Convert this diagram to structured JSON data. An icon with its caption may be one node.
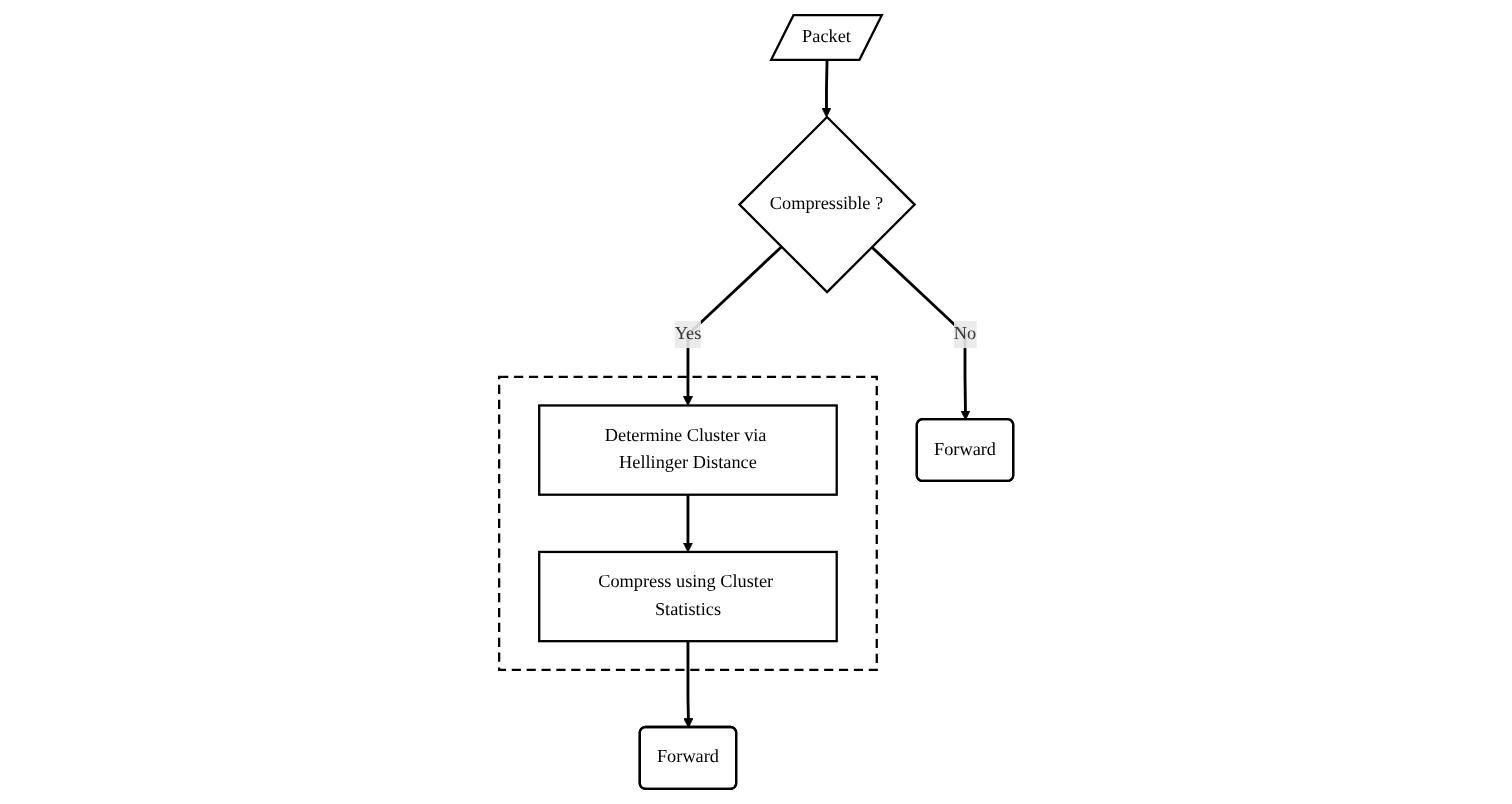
{
  "diagram": {
    "nodes": [
      {
        "text": [
          "Packet"
        ]
      },
      {
        "text": [
          "Compressible ?"
        ]
      },
      {
        "text": [
          "Forward"
        ]
      },
      {
        "text": [],
        "shape": "box"
      },
      {
        "text": [
          "Determine Cluster via Hellinger Distance"
        ],
        "in": 3
      },
      {
        "text": [
          "Compress using Cluster Statistics"
        ],
        "in": 3
      },
      {
        "text": [
          "Forward"
        ]
      }
    ],
    "edges": [
      {
        "from": 0,
        "to": 1,
        "arrow": "to"
      },
      {
        "from": 1,
        "to": 2,
        "arrow": "to",
        "label": "No"
      },
      {
        "from": 1,
        "to": 4,
        "arrow": "to",
        "label": "Yes"
      },
      {
        "from": 4,
        "to": 5,
        "arrow": "to"
      },
      {
        "from": 5,
        "to": 6,
        "arrow": "to"
      }
    ]
  }
}
